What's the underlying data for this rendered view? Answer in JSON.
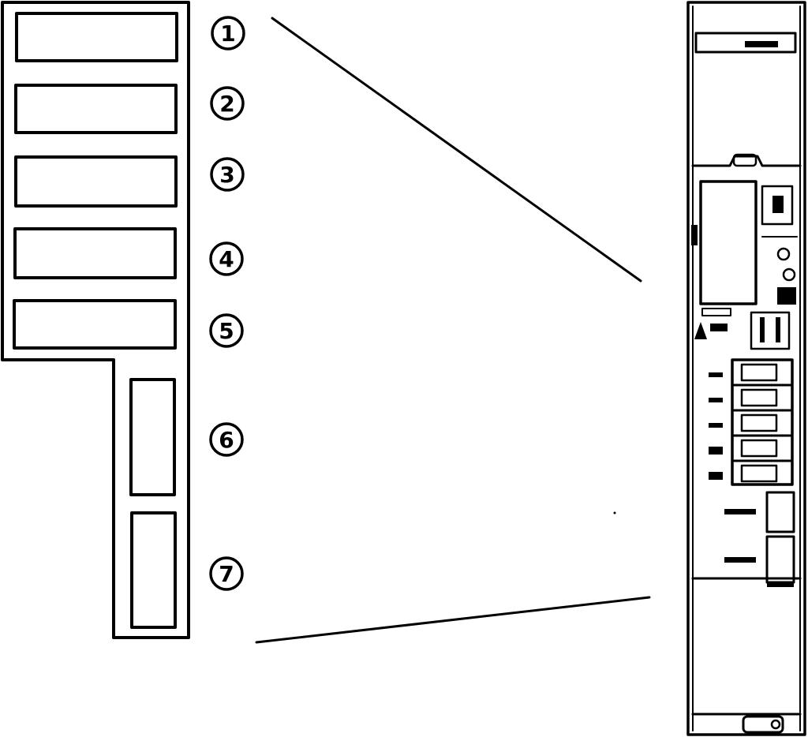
{
  "figure": {
    "callouts": [
      {
        "number": "1",
        "label": "1"
      },
      {
        "number": "2",
        "label": "2"
      },
      {
        "number": "3",
        "label": "3"
      },
      {
        "number": "4",
        "label": "4"
      },
      {
        "number": "5",
        "label": "5"
      },
      {
        "number": "6",
        "label": "6"
      },
      {
        "number": "7",
        "label": "7"
      }
    ]
  },
  "colors": {
    "line": "#000000",
    "background": "#ffffff"
  },
  "icons": [
    "warning-triangle-icon",
    "fuse-icon",
    "connector-terminal-icon"
  ]
}
